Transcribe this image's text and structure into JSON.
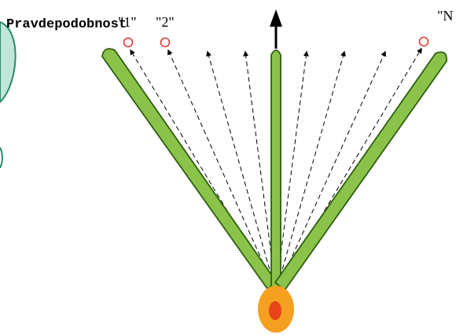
{
  "labels": {
    "probability": "Pravdepodobnost",
    "path_1": "\"1\"",
    "path_2": "\"2\"",
    "path_n": "\"N"
  },
  "colors": {
    "lobe_fill": "#8bc34a",
    "lobe_stroke": "#2e5e0e",
    "source_outer": "#f5a020",
    "source_inner": "#e8441a",
    "side_fill": "#bfe6d6",
    "side_stroke": "#2a8a6a",
    "marker_stroke": "#e53935",
    "arrow": "#000000"
  },
  "icons": {
    "lobes": "antenna-beam-lobes",
    "source": "radiation-source-dot",
    "ray": "dashed-ray-arrow",
    "main": "main-direction-arrow",
    "marker": "path-endpoint-circle"
  }
}
